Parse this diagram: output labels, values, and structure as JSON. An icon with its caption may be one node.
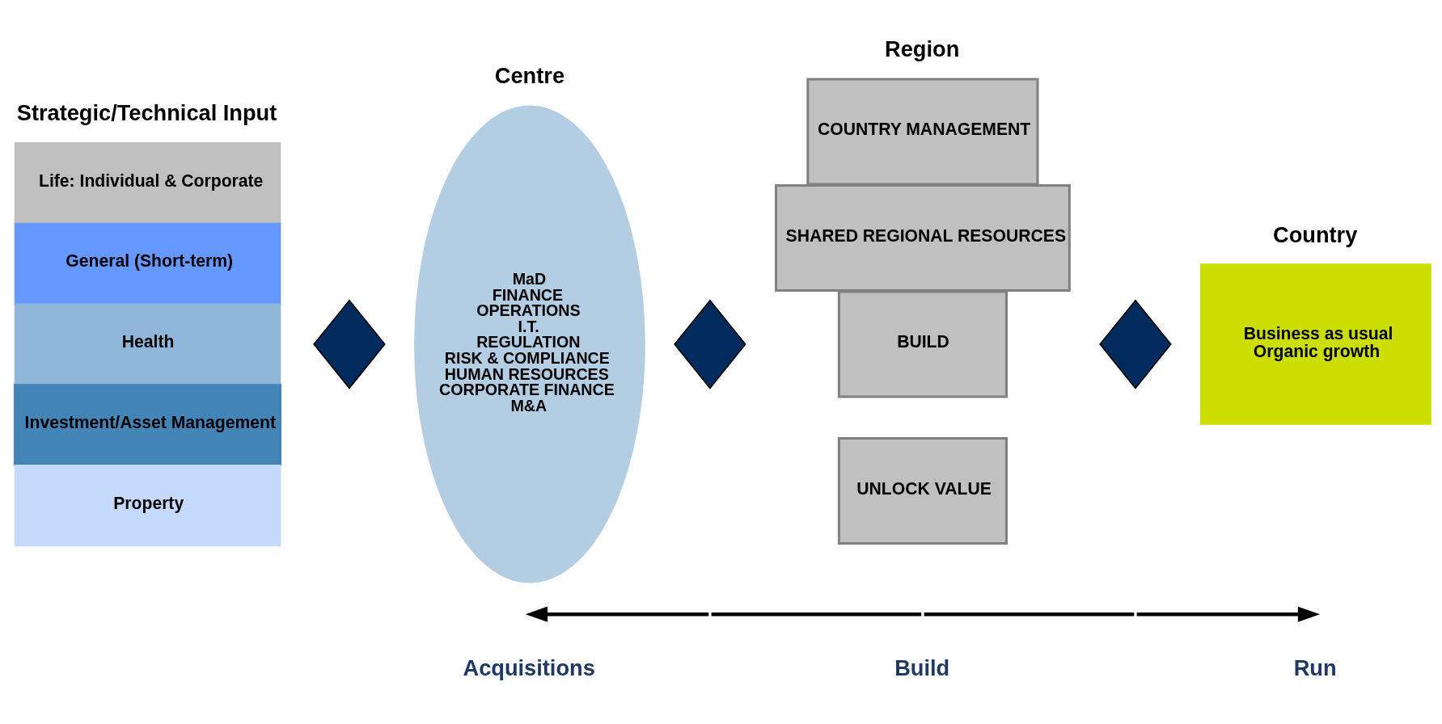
{
  "diagram": {
    "nodes": [
      {
        "text": [
          "Life: Individual & Corporate"
        ]
      },
      {
        "text": [
          "General (Short-term)"
        ]
      },
      {
        "text": [
          "Health"
        ]
      },
      {
        "text": [
          "Investment/Asset Management"
        ]
      },
      {
        "text": [
          "Property"
        ]
      },
      {
        "text": [],
        "shape": "diamond"
      },
      {
        "text": [
          "MaD",
          "FINANCE",
          "OPERATIONS",
          "I.T.",
          "REGULATION",
          "RISK & COMPLIANCE",
          "HUMAN RESOURCES",
          "CORPORATE FINANCE",
          "M&A"
        ]
      },
      {
        "text": [],
        "shape": "diamond"
      },
      {
        "text": [
          "COUNTRY MANAGEMENT"
        ]
      },
      {
        "text": [
          "SHARED REGIONAL RESOURCES"
        ]
      },
      {
        "text": [
          "BUILD"
        ]
      },
      {
        "text": [
          "UNLOCK VALUE"
        ]
      },
      {
        "text": [],
        "shape": "diamond"
      },
      {
        "text": [
          "Business as usual",
          "Organic growth"
        ]
      }
    ],
    "labels": [
      "Strategic/Technical Input",
      "Centre",
      "Region",
      "Country",
      "Acquisitions",
      "Build",
      "Run"
    ]
  }
}
